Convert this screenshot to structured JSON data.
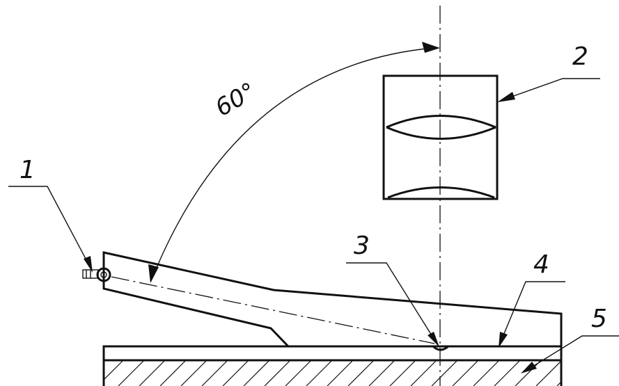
{
  "angle_label": "60°",
  "callouts": {
    "c1": "1",
    "c2": "2",
    "c3": "3",
    "c4": "4",
    "c5": "5"
  }
}
